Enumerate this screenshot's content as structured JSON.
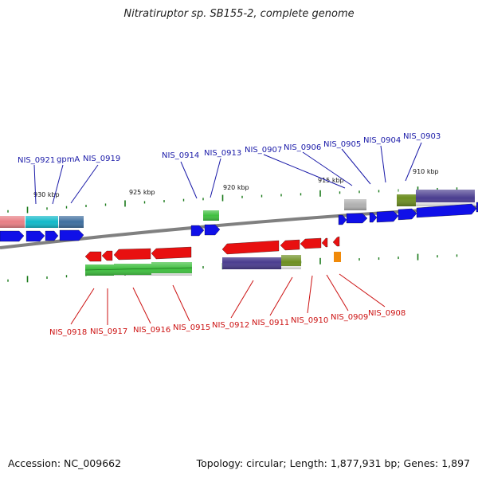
{
  "title": "Nitratiruptor sp. SB155-2, complete genome",
  "footer": {
    "accession": "Accession: NC_009662",
    "summary": "Topology: circular; Length: 1,877,931 bp; Genes: 1,897"
  },
  "ticks": [
    "930 kbp",
    "925 kbp",
    "920 kbp",
    "915 kbp",
    "910 kbp"
  ],
  "top_labels": [
    "NIS_0921",
    "gpmA",
    "NIS_0919",
    "NIS_0914",
    "NIS_0913",
    "NIS_0907",
    "NIS_0906",
    "NIS_0905",
    "NIS_0904",
    "NIS_0903"
  ],
  "bottom_labels": [
    "NIS_0918",
    "NIS_0917",
    "NIS_0916",
    "NIS_0915",
    "NIS_0912",
    "NIS_0911",
    "NIS_0910",
    "NIS_0909",
    "NIS_0908"
  ],
  "colors": {
    "forward": "#1010e8",
    "reverse": "#e81010",
    "top_label": "#1a1aa8",
    "bottom_label": "#cc1111",
    "backbone": "#808080",
    "tick": "#1a7a1a",
    "green_band": "#3fbf3f",
    "purple_band": "#4a3d8f",
    "olive_band": "#6e8f22",
    "cyan_band": "#11b9c9",
    "salmon_band": "#e87f84",
    "steel_band": "#3f6f9f",
    "grey_band": "#b0b0b0",
    "orange_band": "#f08a0a"
  }
}
